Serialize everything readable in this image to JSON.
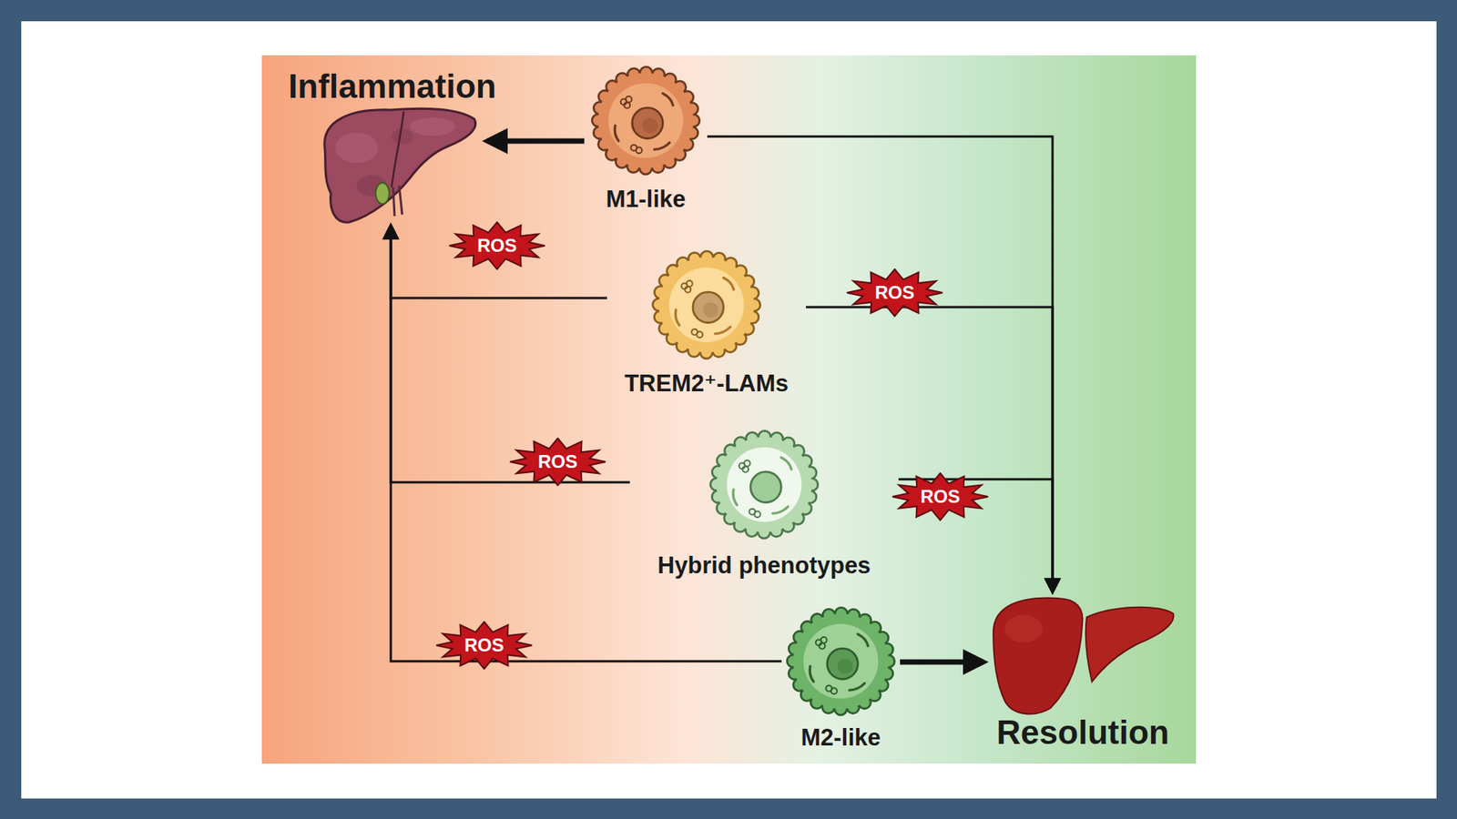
{
  "diagram": {
    "nodes": [
      {
        "text": [
          "Inflammation"
        ]
      },
      {
        "text": [
          "M1-like"
        ]
      },
      {
        "text": [
          "TREM2⁺-LAMs"
        ]
      },
      {
        "text": [
          "Hybrid phenotypes"
        ]
      },
      {
        "text": [
          "M2-like"
        ]
      },
      {
        "text": [
          "Resolution"
        ]
      }
    ],
    "edges": [
      {
        "from": 1,
        "to": 0,
        "arrow": "to"
      },
      {
        "from": 1,
        "to": 5,
        "arrow": "to"
      },
      {
        "from": 2,
        "to": 0,
        "arrow": "to"
      },
      {
        "from": 2,
        "to": 5,
        "label": "ROS",
        "arrow": "to"
      },
      {
        "from": 3,
        "to": 0,
        "label": "ROS",
        "arrow": "to"
      },
      {
        "from": 3,
        "to": 5,
        "label": "ROS",
        "arrow": "to"
      },
      {
        "from": 4,
        "to": 0,
        "label": "ROS",
        "arrow": "to"
      },
      {
        "from": 4,
        "to": 5,
        "arrow": "to"
      }
    ],
    "labels": [
      "ROS"
    ]
  }
}
